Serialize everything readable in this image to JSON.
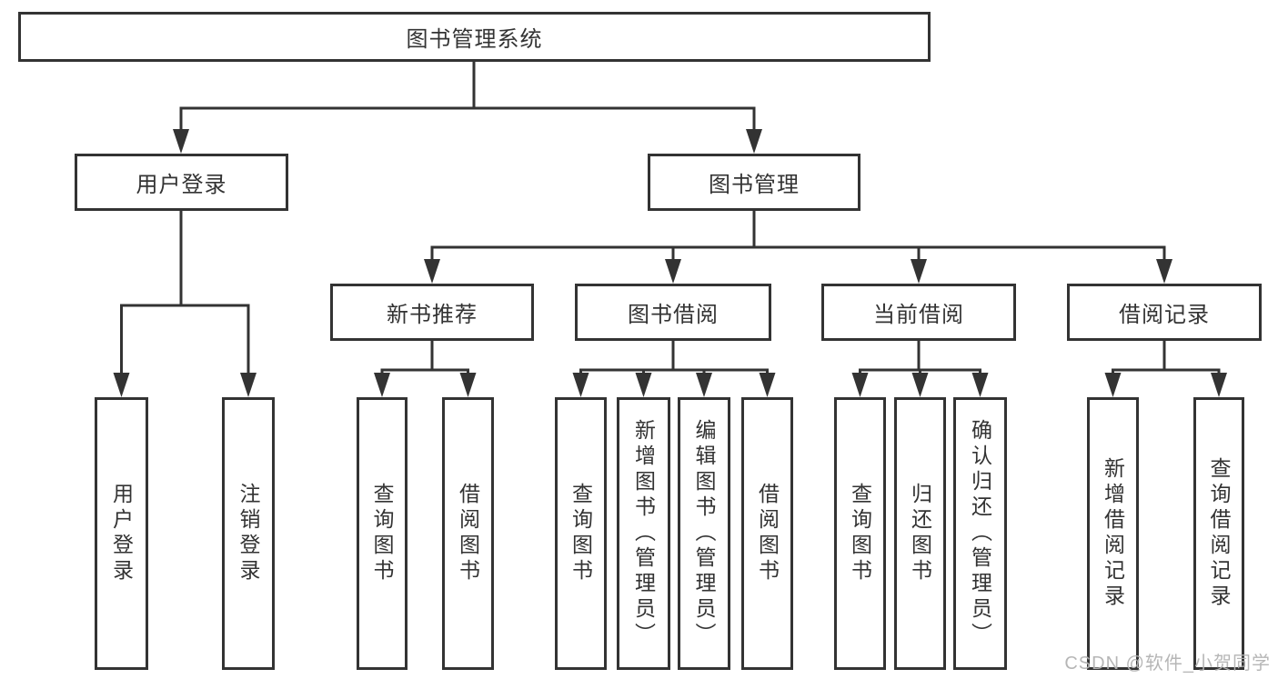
{
  "tree": {
    "root": {
      "label": "图书管理系统"
    },
    "branches": [
      {
        "label": "用户登录",
        "children": [
          {
            "label": "用户登录"
          },
          {
            "label": "注销登录"
          }
        ]
      },
      {
        "label": "图书管理",
        "children": [
          {
            "label": "新书推荐",
            "children": [
              {
                "label": "查询图书"
              },
              {
                "label": "借阅图书"
              }
            ]
          },
          {
            "label": "图书借阅",
            "children": [
              {
                "label": "查询图书"
              },
              {
                "label": "新增图书（管理员）"
              },
              {
                "label": "编辑图书（管理员）"
              },
              {
                "label": "借阅图书"
              }
            ]
          },
          {
            "label": "当前借阅",
            "children": [
              {
                "label": "查询图书"
              },
              {
                "label": "归还图书"
              },
              {
                "label": "确认归还（管理员）"
              }
            ]
          },
          {
            "label": "借阅记录",
            "children": [
              {
                "label": "新增借阅记录"
              },
              {
                "label": "查询借阅记录"
              }
            ]
          }
        ]
      }
    ]
  },
  "watermark": {
    "text": "CSDN @软件_小贺同学"
  },
  "colors": {
    "line": "#333333",
    "text": "#333333",
    "background": "#ffffff",
    "watermark": "#b3b3b3"
  }
}
